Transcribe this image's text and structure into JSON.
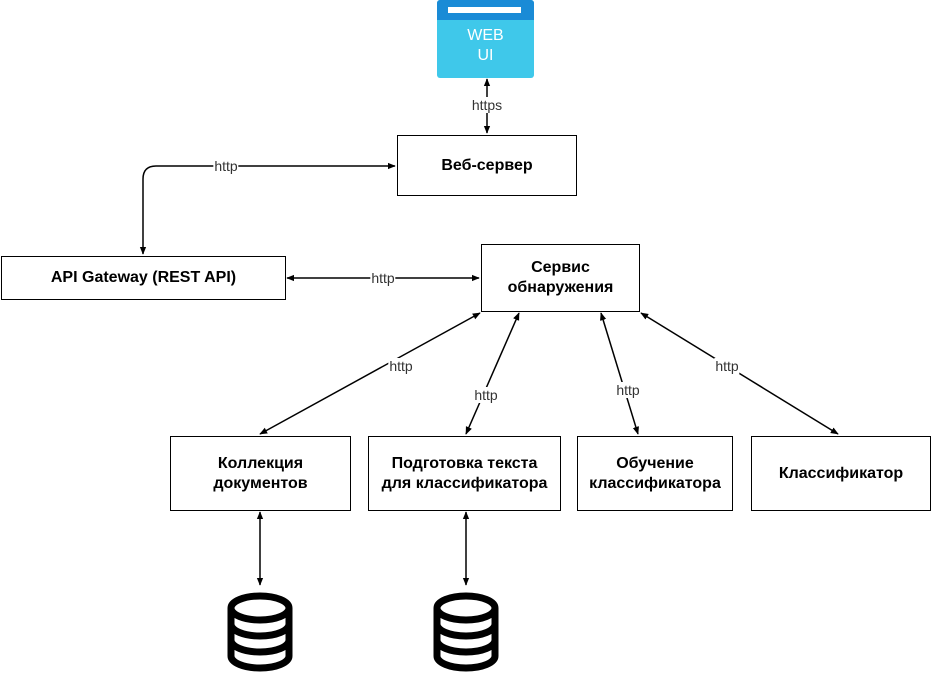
{
  "web_ui": {
    "text": "WEB\nUI",
    "icon": "web-ui-window-icon"
  },
  "nodes": {
    "web_server": "Веб-сервер",
    "api_gateway": "API Gateway (REST API)",
    "discovery_service": "Сервис\nобнаружения",
    "doc_collection": "Коллекция\nдокументов",
    "text_prep": "Подготовка текста\nдля классификатора",
    "classifier_training": "Обучение\nклассификатора",
    "classifier": "Классификатор"
  },
  "edges": {
    "webui_webserver": "https",
    "webserver_gateway": "http",
    "gateway_discovery": "http",
    "discovery_collection": "http",
    "discovery_textprep": "http",
    "discovery_training": "http",
    "discovery_classifier": "http"
  },
  "databases": [
    {
      "name": "database-icon"
    },
    {
      "name": "database-icon"
    }
  ],
  "colors": {
    "web_ui_body": "#3fc8ea",
    "web_ui_bar": "#1a8bd6",
    "edge_label": "#333333"
  }
}
